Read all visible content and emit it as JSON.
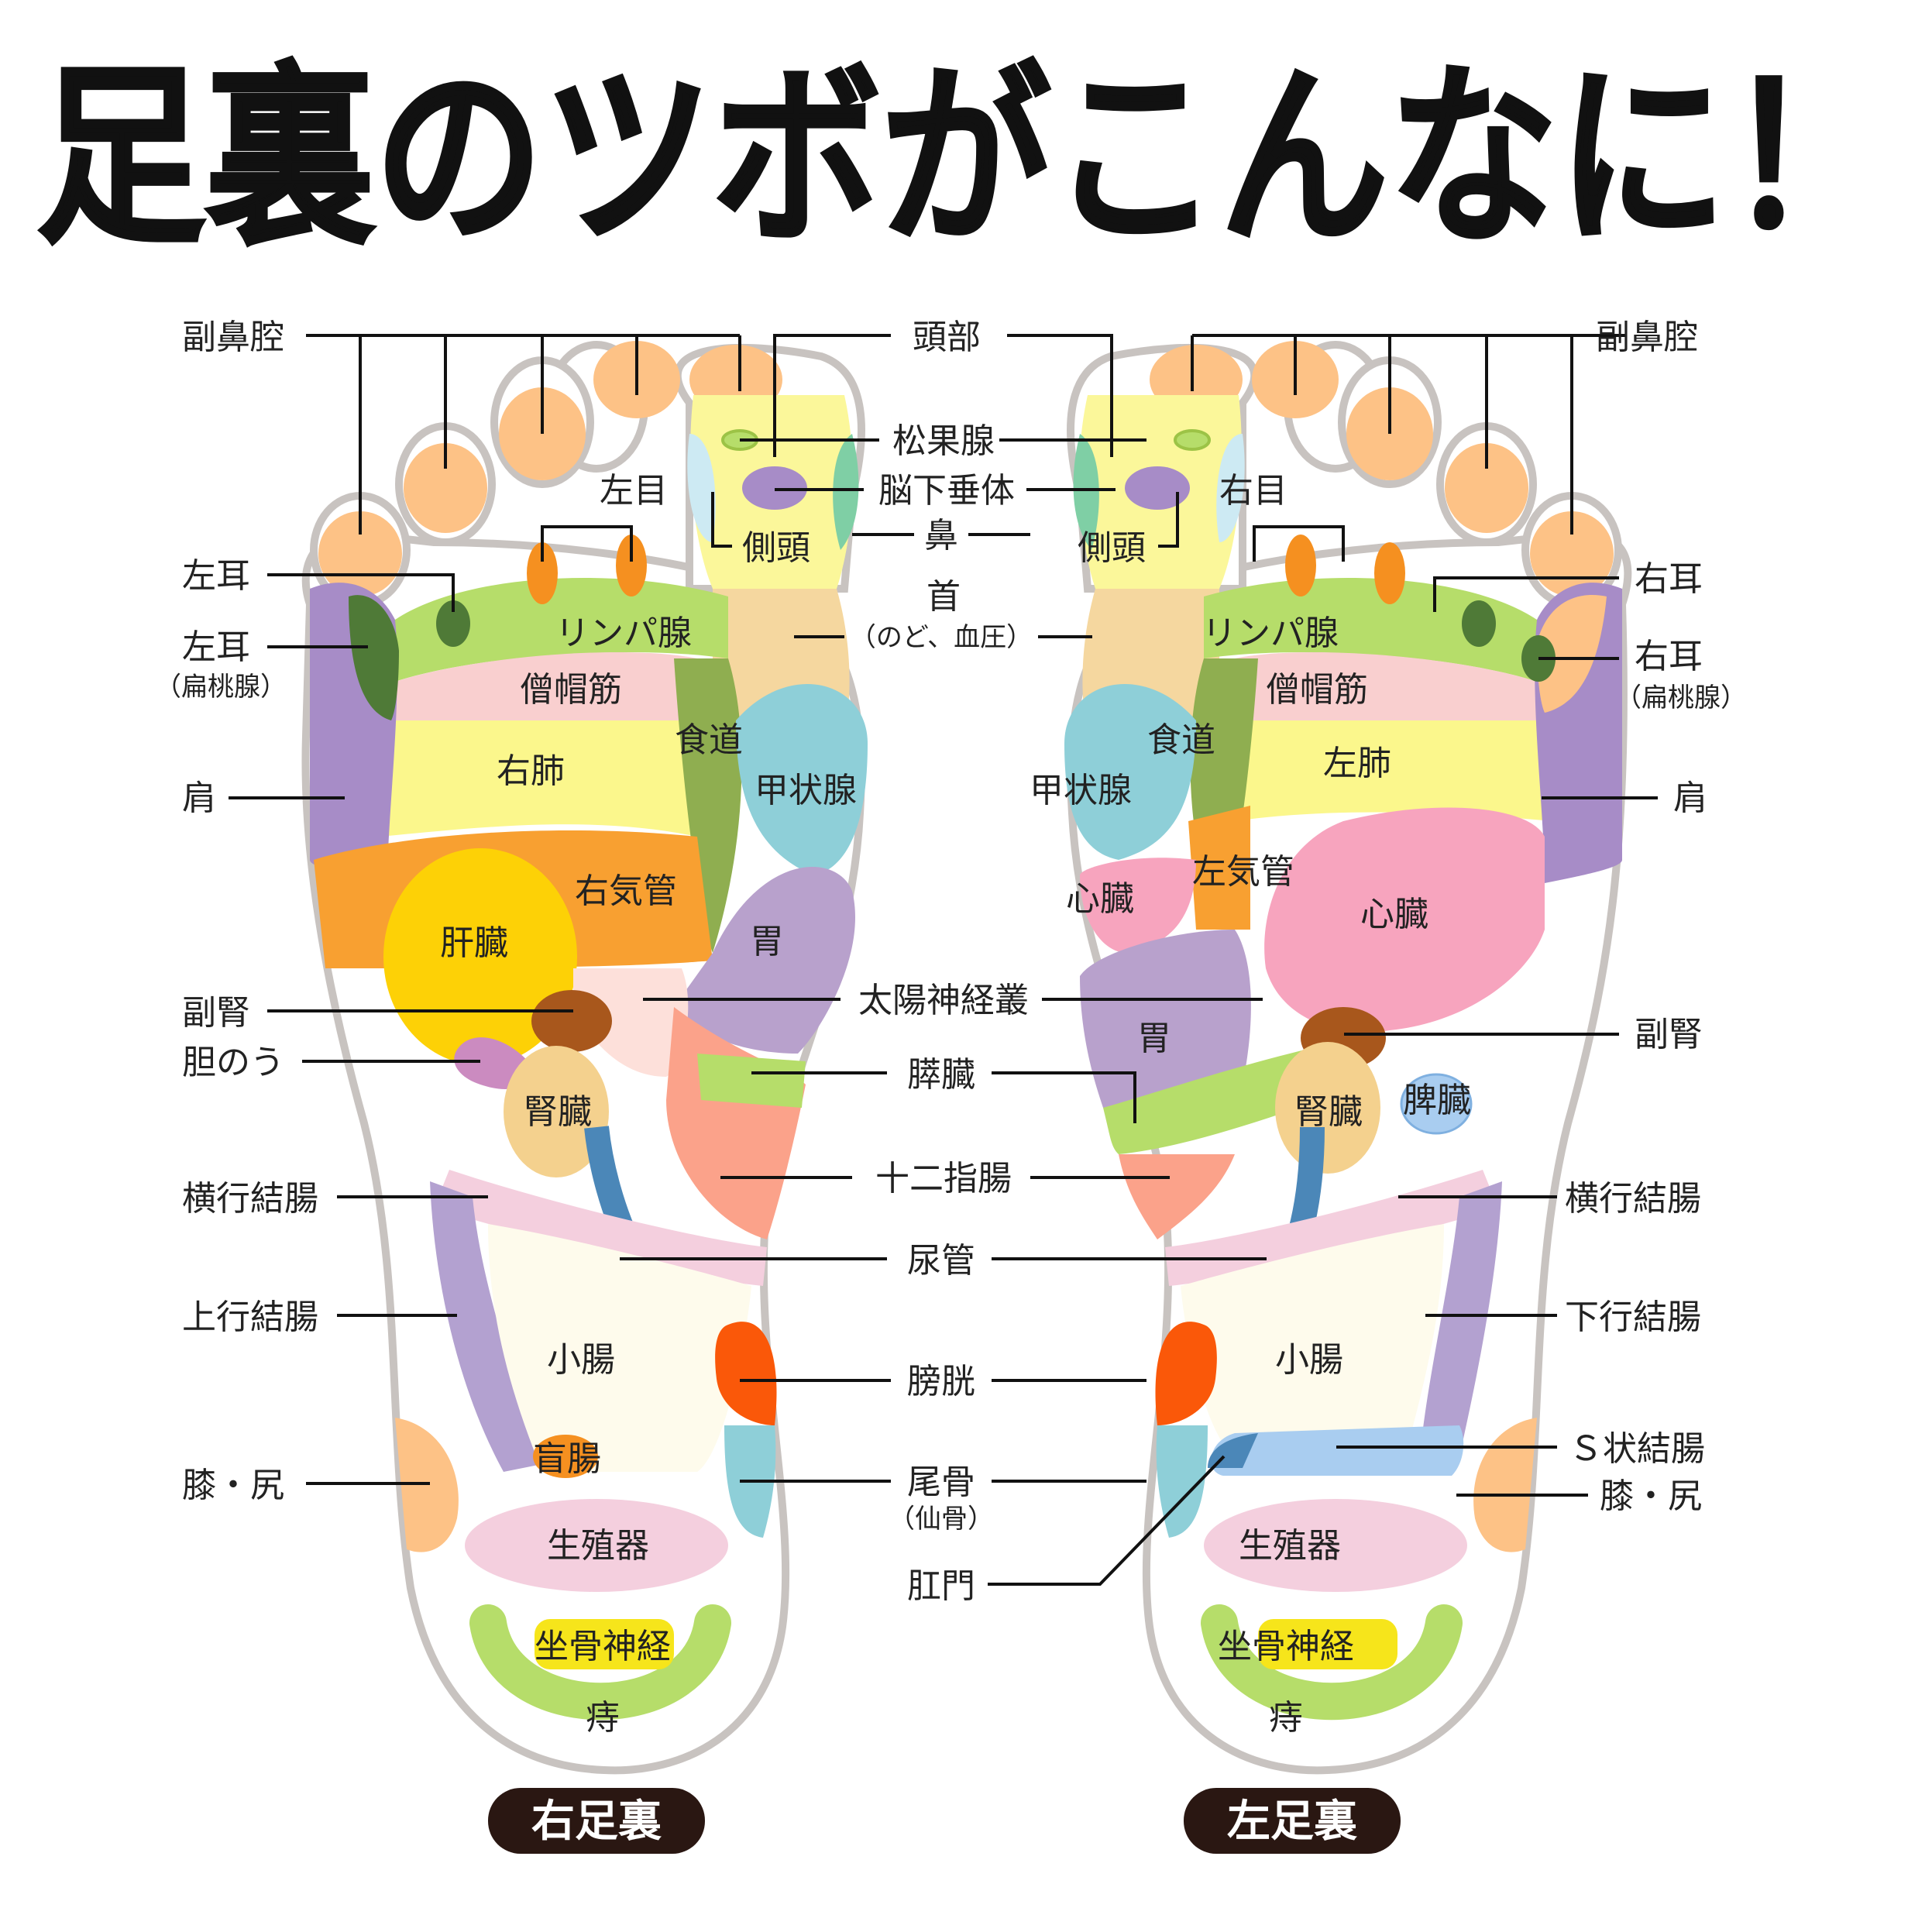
{
  "title": "足裏のツボがこんなに！",
  "captions": {
    "right_foot": "右足裏",
    "left_foot": "左足裏"
  },
  "labels": {
    "fukubiku": "副鼻腔",
    "toubu": "頭部",
    "shoukasen": "松果腺",
    "noukasuitai": "脳下垂体",
    "hana": "鼻",
    "sokutou": "側頭",
    "hidarime": "左目",
    "migime": "右目",
    "kubi": "首",
    "kubi_sub": "（のど、血圧）",
    "hidarimimi": "左耳",
    "migimimi": "右耳",
    "hentousen": "（扁桃腺）",
    "rinpasen": "リンパ腺",
    "soubou": "僧帽筋",
    "shokudou": "食道",
    "migihai": "右肺",
    "hidarihai": "左肺",
    "koujousen": "甲状腺",
    "kata": "肩",
    "migikikan": "右気管",
    "hidarikikan": "左気管",
    "kanzou": "肝臓",
    "shinzou": "心臓",
    "i": "胃",
    "taiyou": "太陽神経叢",
    "fukujin": "副腎",
    "tannou": "胆のう",
    "suizou": "膵臓",
    "jinzou": "腎臓",
    "hizou": "脾臓",
    "juunishi": "十二指腸",
    "oukou": "横行結腸",
    "nyoukan": "尿管",
    "joukou": "上行結腸",
    "kakou": "下行結腸",
    "shouchou": "小腸",
    "boukou": "膀胱",
    "s_jou": "Ｓ状結腸",
    "moukyou": "盲腸",
    "hiza": "膝・尻",
    "bikotsu": "尾骨",
    "bikotsu_sub": "（仙骨）",
    "koumon": "肛門",
    "seishoku": "生殖器",
    "zakotsu": "坐骨神経",
    "ji": "痔"
  },
  "colors": {
    "toe": "#FDC286",
    "head": "#FBF79A",
    "lymph": "#B6DD6A",
    "trapezius": "#F9CFCF",
    "lung": "#FBF78C",
    "esophagus": "#8FAE50",
    "thyroid": "#8ECFD8",
    "shoulder": "#A78CC7",
    "bronchus": "#F8A031",
    "liver": "#FDD106",
    "heart": "#F7A4BE",
    "stomach": "#B8A1CC",
    "adrenal": "#A8571C",
    "kidney": "#F4D18E",
    "ureter": "#4B87B8",
    "intestine": "#FEFBEC",
    "colon": "#B3A1D0",
    "bladder": "#FA5809",
    "genital": "#F4CFDE",
    "sciatic": "#F6E51B",
    "hemorrhoid": "#B6DD6A",
    "outline": "#C8C3C0",
    "caption_bg": "#2A1712"
  }
}
